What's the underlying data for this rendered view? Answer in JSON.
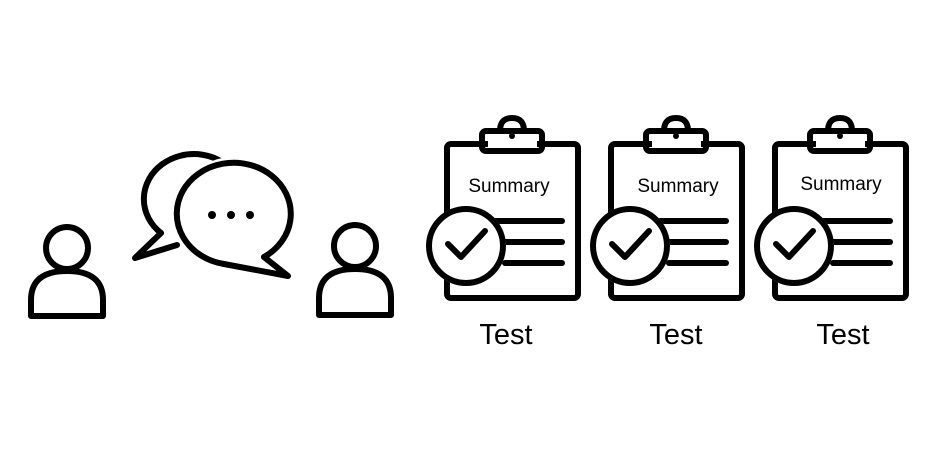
{
  "icons": {
    "person_left": "person-icon",
    "chat": "chat-bubbles-icon",
    "person_right": "person-icon",
    "clipboard": "clipboard-check-icon"
  },
  "cards": [
    {
      "title": "Summary",
      "caption": "Test"
    },
    {
      "title": "Summary",
      "caption": "Test"
    },
    {
      "title": "Summary",
      "caption": "Test"
    }
  ]
}
